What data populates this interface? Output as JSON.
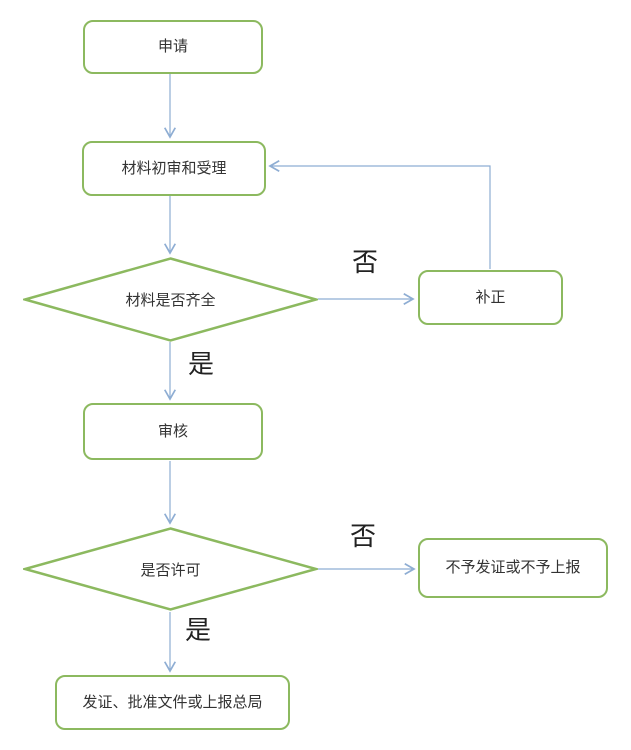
{
  "diagram": {
    "title": "licensing-approval-flowchart",
    "colors": {
      "node_border": "#8cb95f",
      "connector": "#8eadd3",
      "text": "#333333",
      "background": "#ffffff"
    },
    "nodes": {
      "apply": {
        "label": "申请",
        "shape": "rounded-rect"
      },
      "initial_review": {
        "label": "材料初审和受理",
        "shape": "rounded-rect"
      },
      "materials_complete": {
        "label": "材料是否齐全",
        "shape": "diamond"
      },
      "correction": {
        "label": "补正",
        "shape": "rounded-rect"
      },
      "review": {
        "label": "审核",
        "shape": "rounded-rect"
      },
      "permit_decision": {
        "label": "是否许可",
        "shape": "diamond"
      },
      "no_permit": {
        "label": "不予发证或不予上报",
        "shape": "rounded-rect"
      },
      "issue": {
        "label": "发证、批准文件或上报总局",
        "shape": "rounded-rect"
      }
    },
    "edges": [
      {
        "from": "apply",
        "to": "initial_review",
        "label": ""
      },
      {
        "from": "initial_review",
        "to": "materials_complete",
        "label": ""
      },
      {
        "from": "materials_complete",
        "to": "correction",
        "label": "否"
      },
      {
        "from": "correction",
        "to": "initial_review",
        "label": ""
      },
      {
        "from": "materials_complete",
        "to": "review",
        "label": "是"
      },
      {
        "from": "review",
        "to": "permit_decision",
        "label": ""
      },
      {
        "from": "permit_decision",
        "to": "no_permit",
        "label": "否"
      },
      {
        "from": "permit_decision",
        "to": "issue",
        "label": "是"
      }
    ]
  }
}
